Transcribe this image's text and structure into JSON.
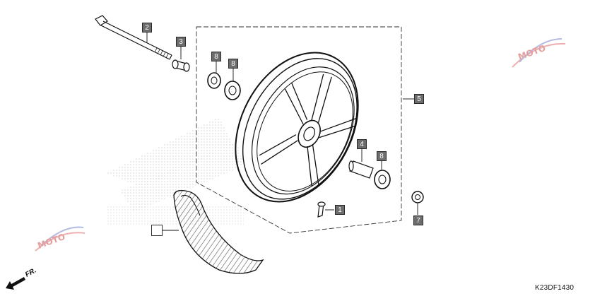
{
  "diagram": {
    "direction_label": "FR.",
    "figure_code": "K23DF1430",
    "callouts": [
      {
        "id": "c2",
        "text": "2"
      },
      {
        "id": "c3",
        "text": "3"
      },
      {
        "id": "c8a",
        "text": "8"
      },
      {
        "id": "c8b",
        "text": "8"
      },
      {
        "id": "c5",
        "text": "5"
      },
      {
        "id": "c4",
        "text": "4"
      },
      {
        "id": "c8c",
        "text": "8"
      },
      {
        "id": "c1",
        "text": "1"
      },
      {
        "id": "c7",
        "text": "7"
      },
      {
        "id": "c6",
        "text": ""
      }
    ]
  }
}
